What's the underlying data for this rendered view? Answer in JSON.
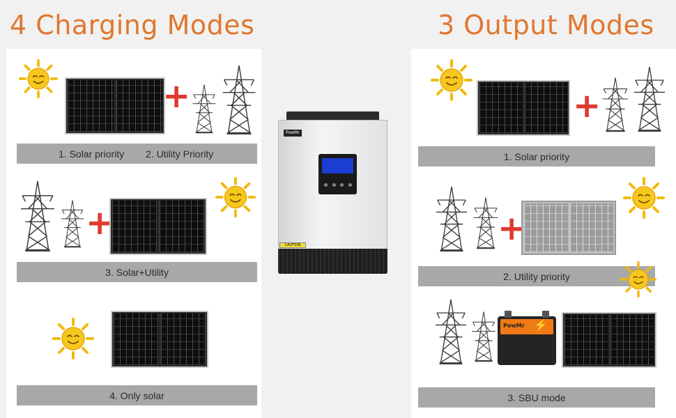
{
  "left_title": "4 Charging Modes",
  "right_title": "3 Output Modes",
  "charging_modes": {
    "solar_priority": "1. Solar priority",
    "utility_priority": "2. Utility Priority",
    "solar_utility": "3. Solar+Utility",
    "only_solar": "4. Only solar"
  },
  "output_modes": {
    "solar_priority": "1. Solar priority",
    "utility_priority": "2. Utility priority",
    "sbu_mode": "3. SBU mode"
  },
  "inverter": {
    "brand": "PowMr",
    "caution": "CAUTION"
  },
  "battery": {
    "brand": "PowMr"
  },
  "colors": {
    "title_orange": "#e0772f",
    "plus_red": "#e03a2f",
    "label_bar_gray": "#a8a8a8",
    "sun_yellow": "#f6c81e"
  }
}
